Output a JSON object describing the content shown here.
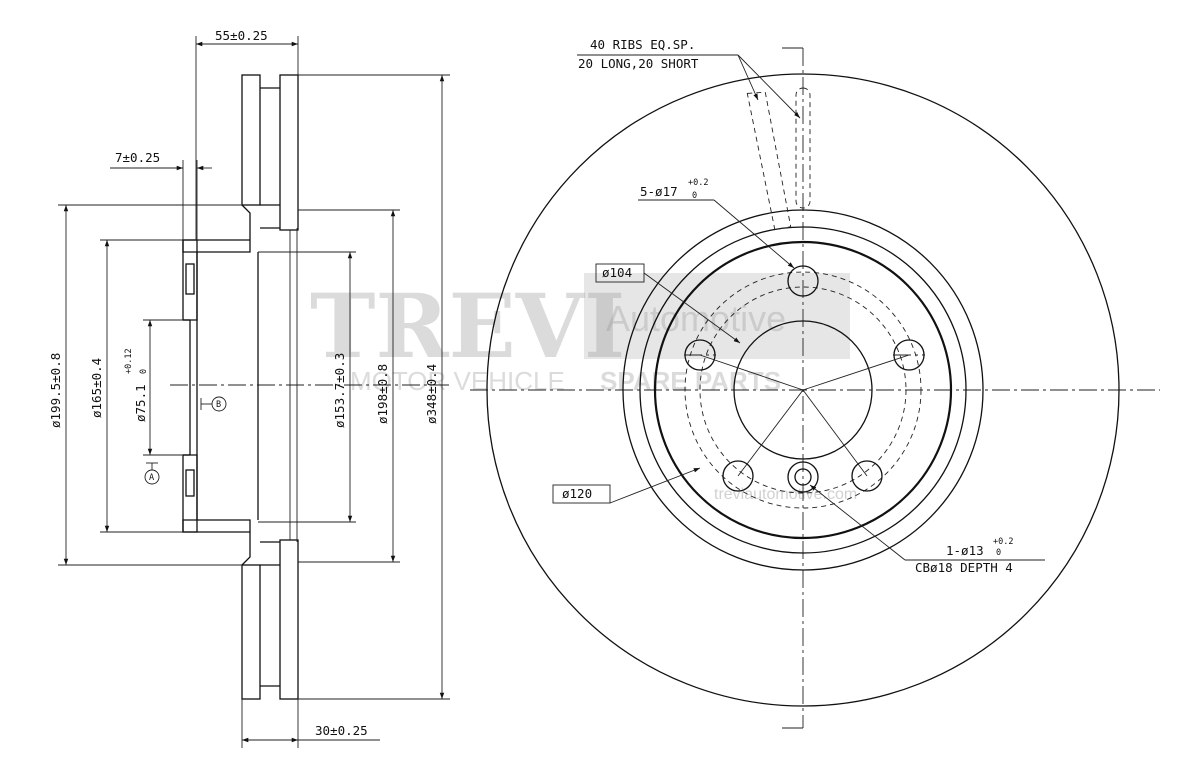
{
  "dimensions": {
    "total_width": "55±0.25",
    "hub_thickness": "7±0.25",
    "friction_ring_width": "30±0.25",
    "diameter_199_5": "ø199.5±0.8",
    "diameter_165": "ø165±0.4",
    "center_bore_base": "ø75.1",
    "center_bore_tol_upper": "+0.12",
    "center_bore_tol_lower": "0",
    "diameter_153_7": "ø153.7±0.3",
    "diameter_198": "ø198±0.8",
    "diameter_348": "ø348±0.4"
  },
  "datums": {
    "a": "A",
    "b": "B"
  },
  "callouts": {
    "ribs_line1": "40 RIBS EQ.SP.",
    "ribs_line2": "20 LONG,20 SHORT",
    "bolt_holes_base": "5-ø17",
    "bolt_holes_tol_upper": "+0.2",
    "bolt_holes_tol_lower": "0",
    "pcd_104": "ø104",
    "pcd_120": "ø120",
    "locator_base": "1-ø13",
    "locator_tol_upper": "+0.2",
    "locator_tol_lower": "0",
    "locator_cb": "CBø18 DEPTH 4"
  },
  "watermark": {
    "brand": "TREVI",
    "brand_sub": "Automotive",
    "tagline_1": "MOTOR VEHICLE",
    "tagline_2": "SPARE PARTS",
    "url": "treviautomotive.com"
  }
}
